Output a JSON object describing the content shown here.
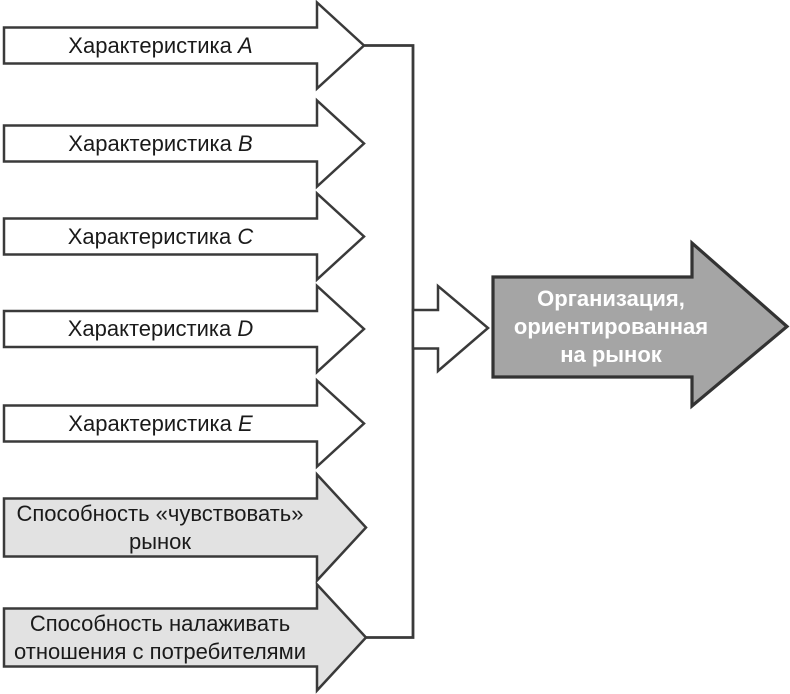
{
  "diagram": {
    "inputs": [
      {
        "label": "Характеристика",
        "letter": "A"
      },
      {
        "label": "Характеристика",
        "letter": "B"
      },
      {
        "label": "Характеристика",
        "letter": "C"
      },
      {
        "label": "Характеристика",
        "letter": "D"
      },
      {
        "label": "Характеристика",
        "letter": "E"
      },
      {
        "label": "Способность «чувствовать» рынок",
        "lines": [
          "Способность «чувствовать»",
          "рынок"
        ]
      },
      {
        "label": "Способность налаживать отношения с потребителями",
        "lines": [
          "Способность налаживать",
          "отношения с потребителями"
        ]
      }
    ],
    "output": {
      "label": "Организация, ориентированная на рынок",
      "lines": [
        "Организация,",
        "ориентированная",
        "на рынок"
      ]
    },
    "colors": {
      "input_fill": "#ffffff",
      "capability_fill": "#e2e2e2",
      "merge_fill": "#ffffff",
      "output_fill": "#a5a5a5",
      "outline": "#3a3a3a",
      "output_outline": "#333333",
      "label_text": "#1a1a1a",
      "output_text": "#ffffff"
    }
  }
}
